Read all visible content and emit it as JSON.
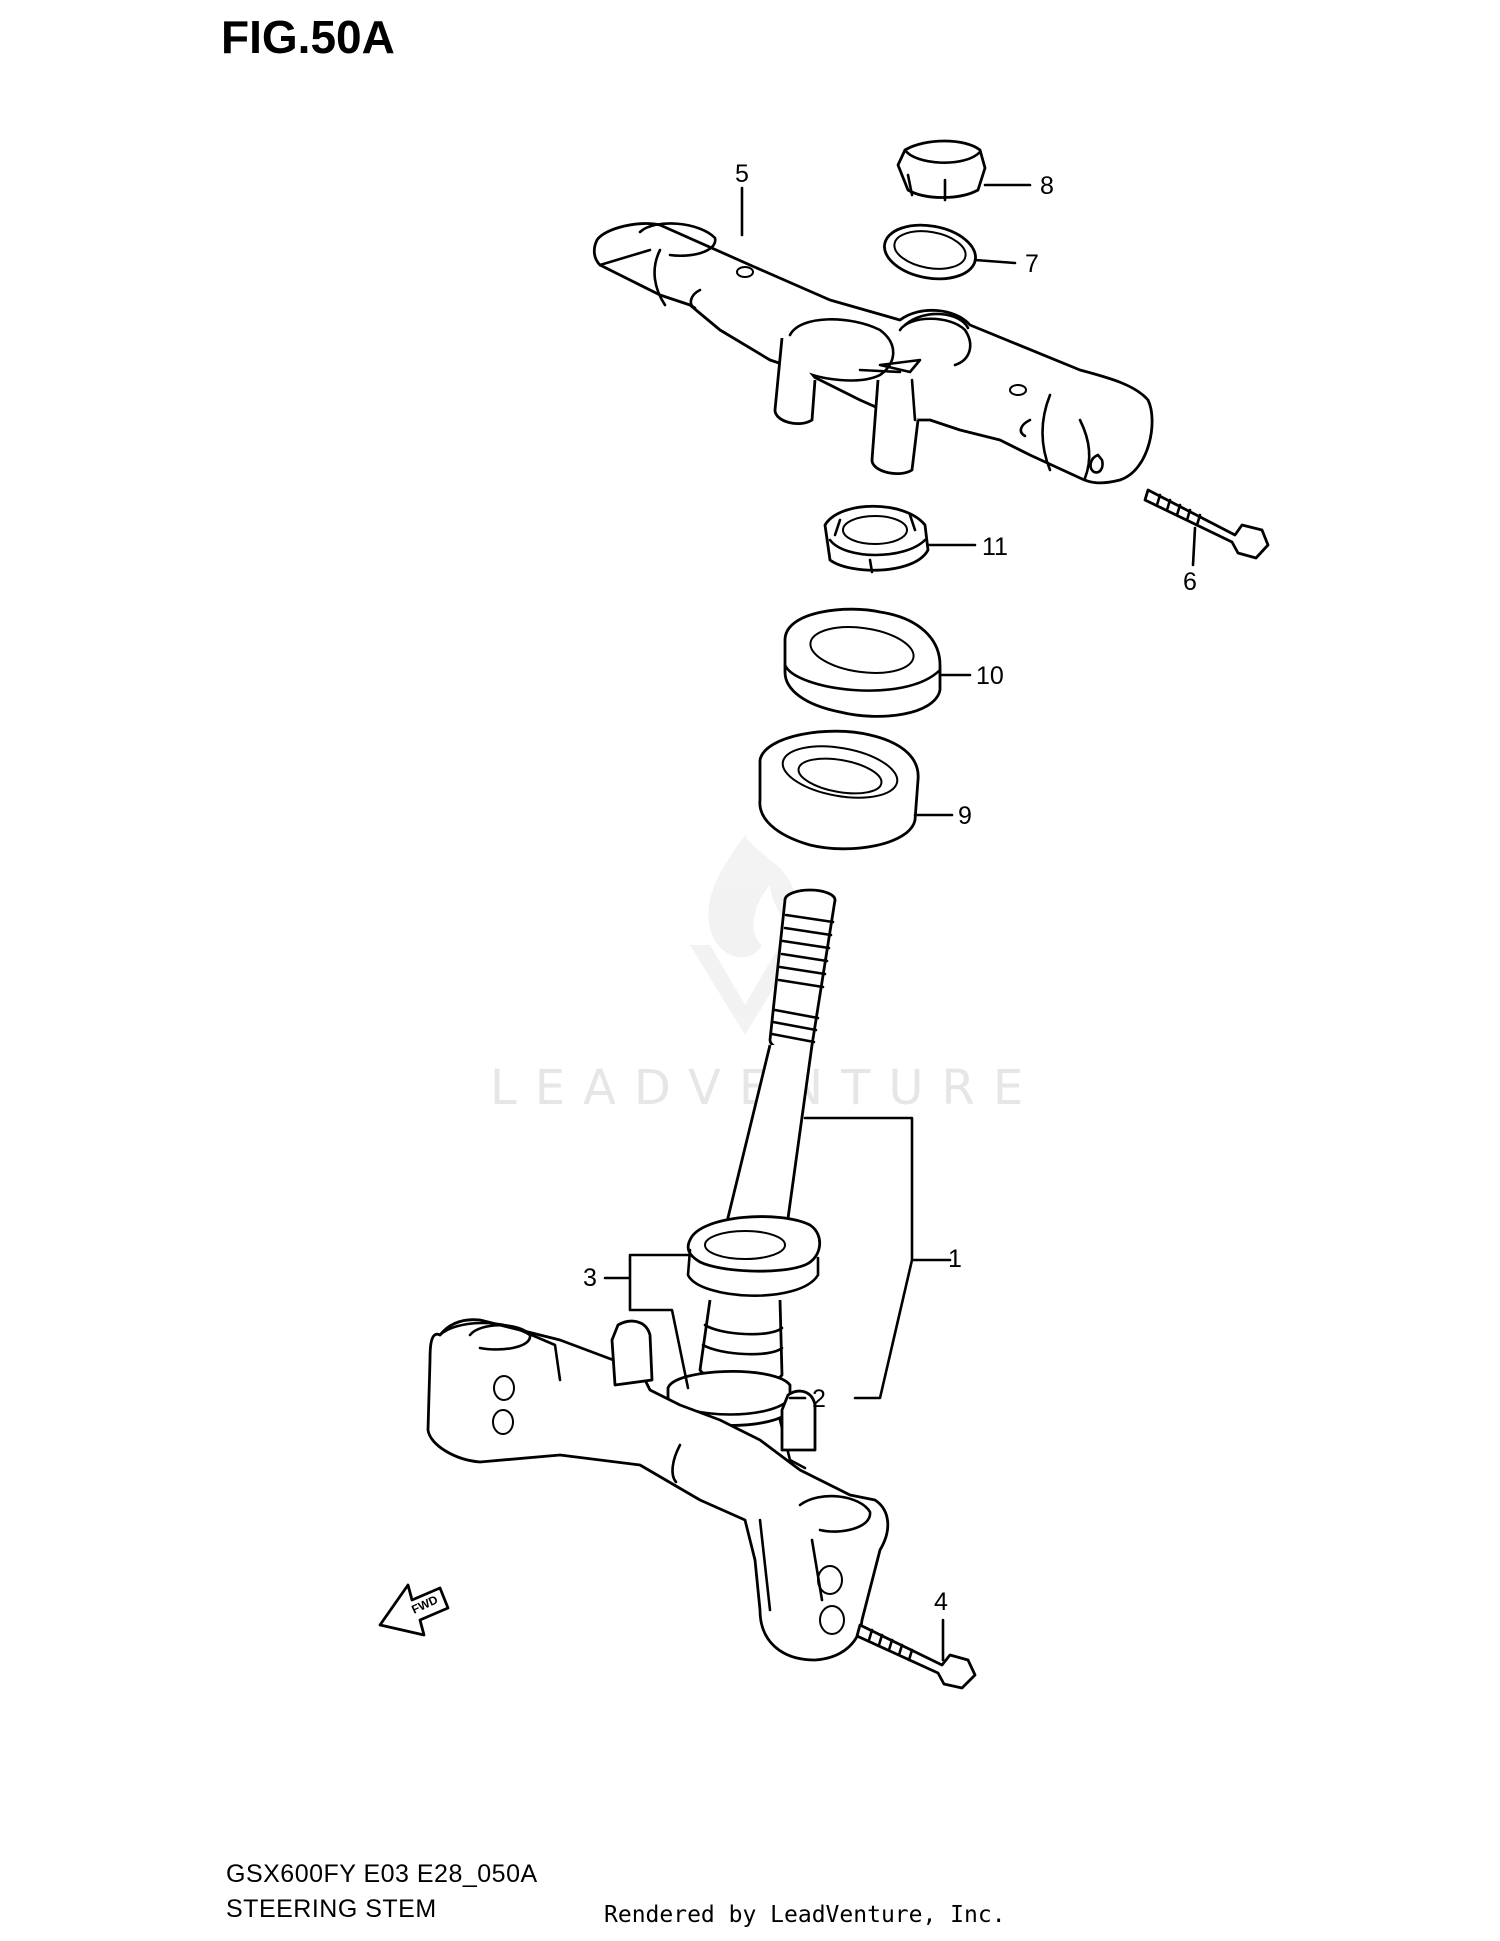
{
  "figure": {
    "title": "FIG.50A",
    "code": "GSX600FY E03 E28_050A",
    "name": "STEERING STEM",
    "rendered_by": "Rendered by LeadVenture, Inc.",
    "watermark": "LEADVENTURE",
    "fwd_label": "FWD"
  },
  "callouts": {
    "c1": "1",
    "c2": "2",
    "c3": "3",
    "c4": "4",
    "c5": "5",
    "c6": "6",
    "c7": "7",
    "c8": "8",
    "c9": "9",
    "c10": "10",
    "c11": "11"
  }
}
